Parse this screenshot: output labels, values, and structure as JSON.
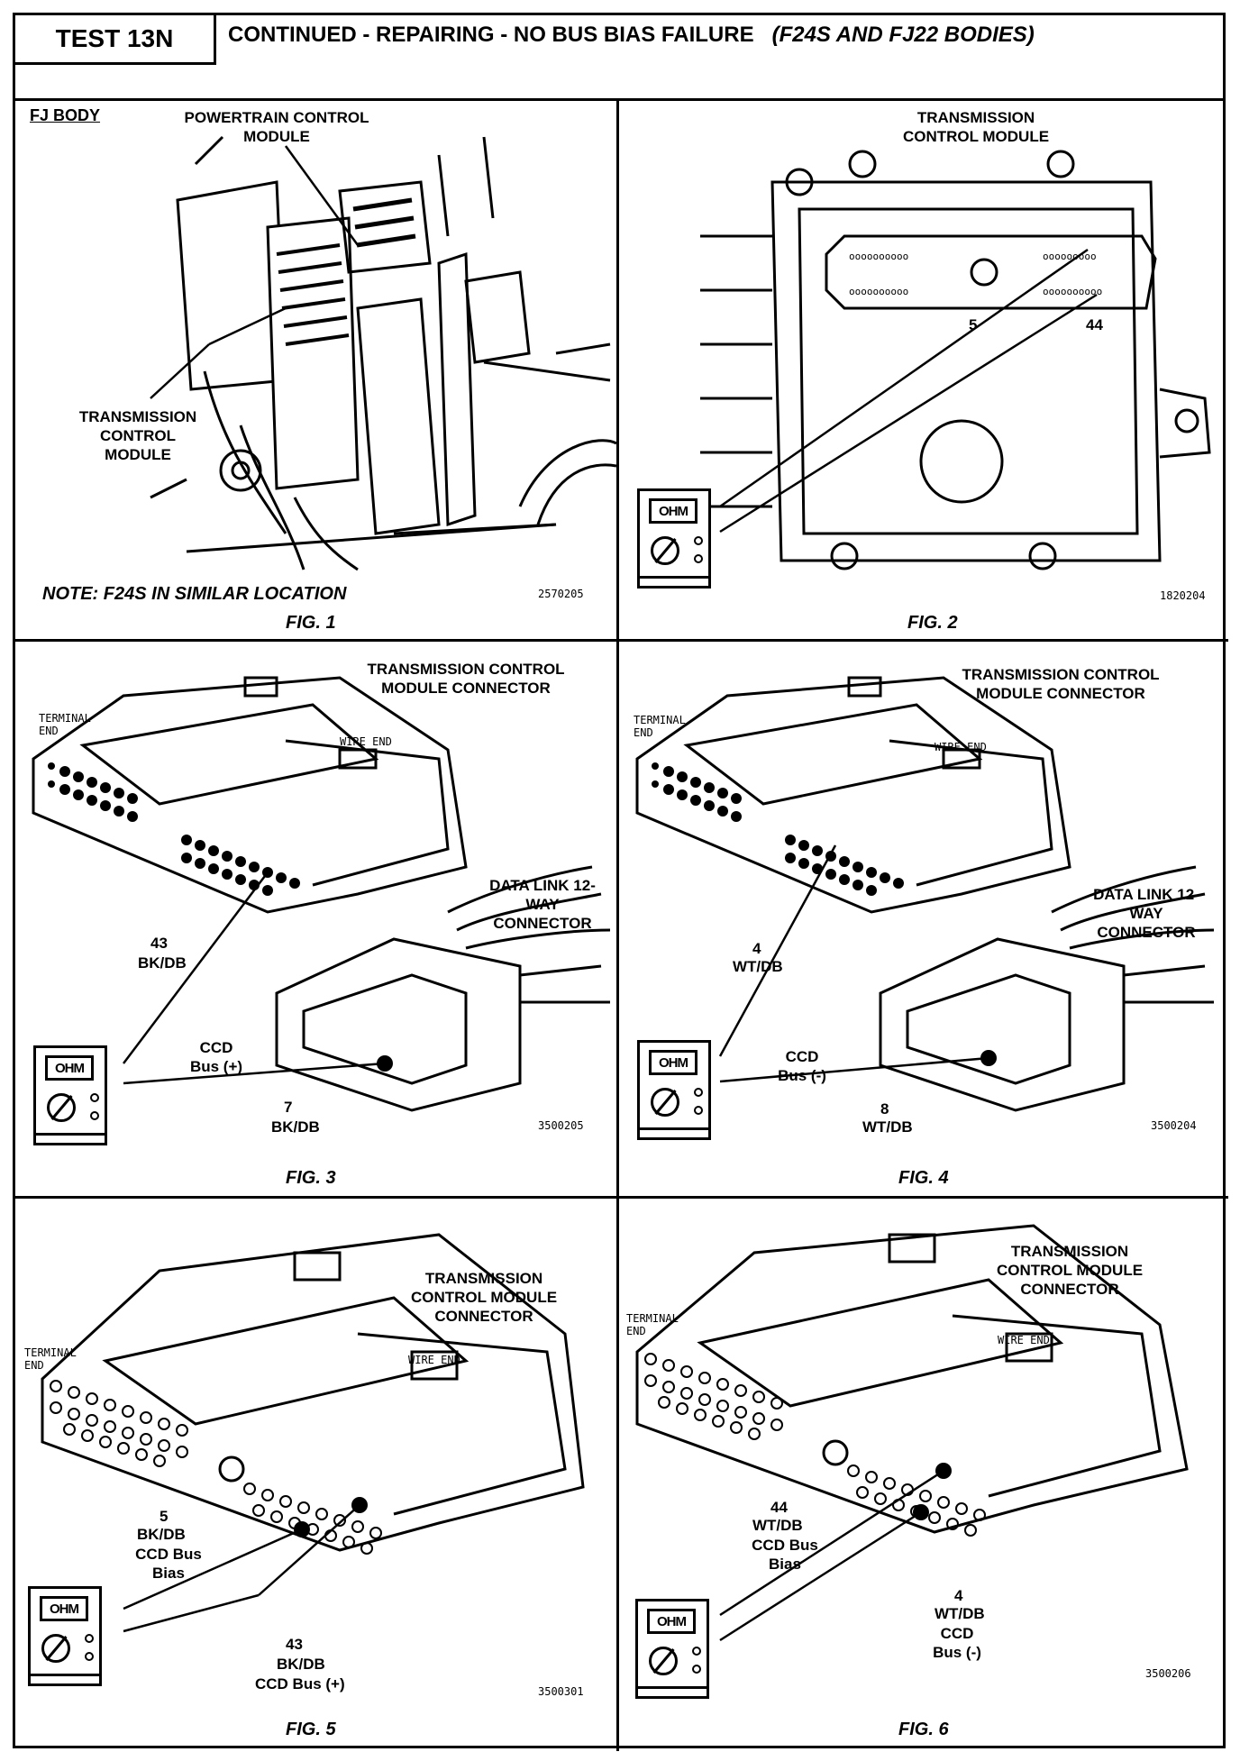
{
  "header": {
    "test_label": "TEST 13N",
    "title": "CONTINUED - REPAIRING - NO BUS BIAS FAILURE",
    "subtitle": "(F24S AND FJ22 BODIES)"
  },
  "fig1": {
    "body_label": "FJ BODY",
    "pcm_label": "POWERTRAIN CONTROL MODULE",
    "tcm_label": "TRANSMISSION CONTROL MODULE",
    "note": "NOTE:   F24S IN SIMILAR LOCATION",
    "code": "2570205",
    "caption": "FIG. 1"
  },
  "fig2": {
    "title": "TRANSMISSION CONTROL MODULE",
    "pin_a": "5",
    "pin_b": "44",
    "meter": "OHM",
    "code": "1820204",
    "caption": "FIG. 2"
  },
  "fig3": {
    "title": "TRANSMISSION CONTROL MODULE CONNECTOR",
    "terminal_end": "TERMINAL END",
    "wire_end": "WIRE END",
    "dlc_label": "DATA LINK 12-WAY CONNECTOR",
    "pin_top": "43",
    "pin_top_color": "BK/DB",
    "bus": "CCD Bus (+)",
    "pin_bottom": "7",
    "pin_bottom_color": "BK/DB",
    "meter": "OHM",
    "code": "3500205",
    "caption": "FIG. 3"
  },
  "fig4": {
    "title": "TRANSMISSION CONTROL MODULE CONNECTOR",
    "terminal_end": "TERMINAL END",
    "wire_end": "WIRE END",
    "dlc_label": "DATA LINK 12-WAY CONNECTOR",
    "pin_top": "4",
    "pin_top_color": "WT/DB",
    "bus": "CCD Bus (-)",
    "pin_bottom": "8",
    "pin_bottom_color": "WT/DB",
    "meter": "OHM",
    "code": "3500204",
    "caption": "FIG. 4"
  },
  "fig5": {
    "title": "TRANSMISSION CONTROL MODULE CONNECTOR",
    "terminal_end": "TERMINAL END",
    "wire_end": "WIRE END",
    "pin_a": "5",
    "pin_a_color": "BK/DB",
    "pin_a_desc": "CCD Bus Bias",
    "pin_b": "43",
    "pin_b_color": "BK/DB",
    "pin_b_desc": "CCD Bus (+)",
    "meter": "OHM",
    "code": "3500301",
    "caption": "FIG. 5"
  },
  "fig6": {
    "title": "TRANSMISSION CONTROL MODULE CONNECTOR",
    "terminal_end": "TERMINAL END",
    "wire_end": "WIRE END",
    "pin_a": "44",
    "pin_a_color": "WT/DB",
    "pin_a_desc": "CCD Bus Bias",
    "pin_b": "4",
    "pin_b_color": "WT/DB",
    "pin_b_desc": "CCD Bus (-)",
    "meter": "OHM",
    "code": "3500206",
    "caption": "FIG. 6"
  }
}
